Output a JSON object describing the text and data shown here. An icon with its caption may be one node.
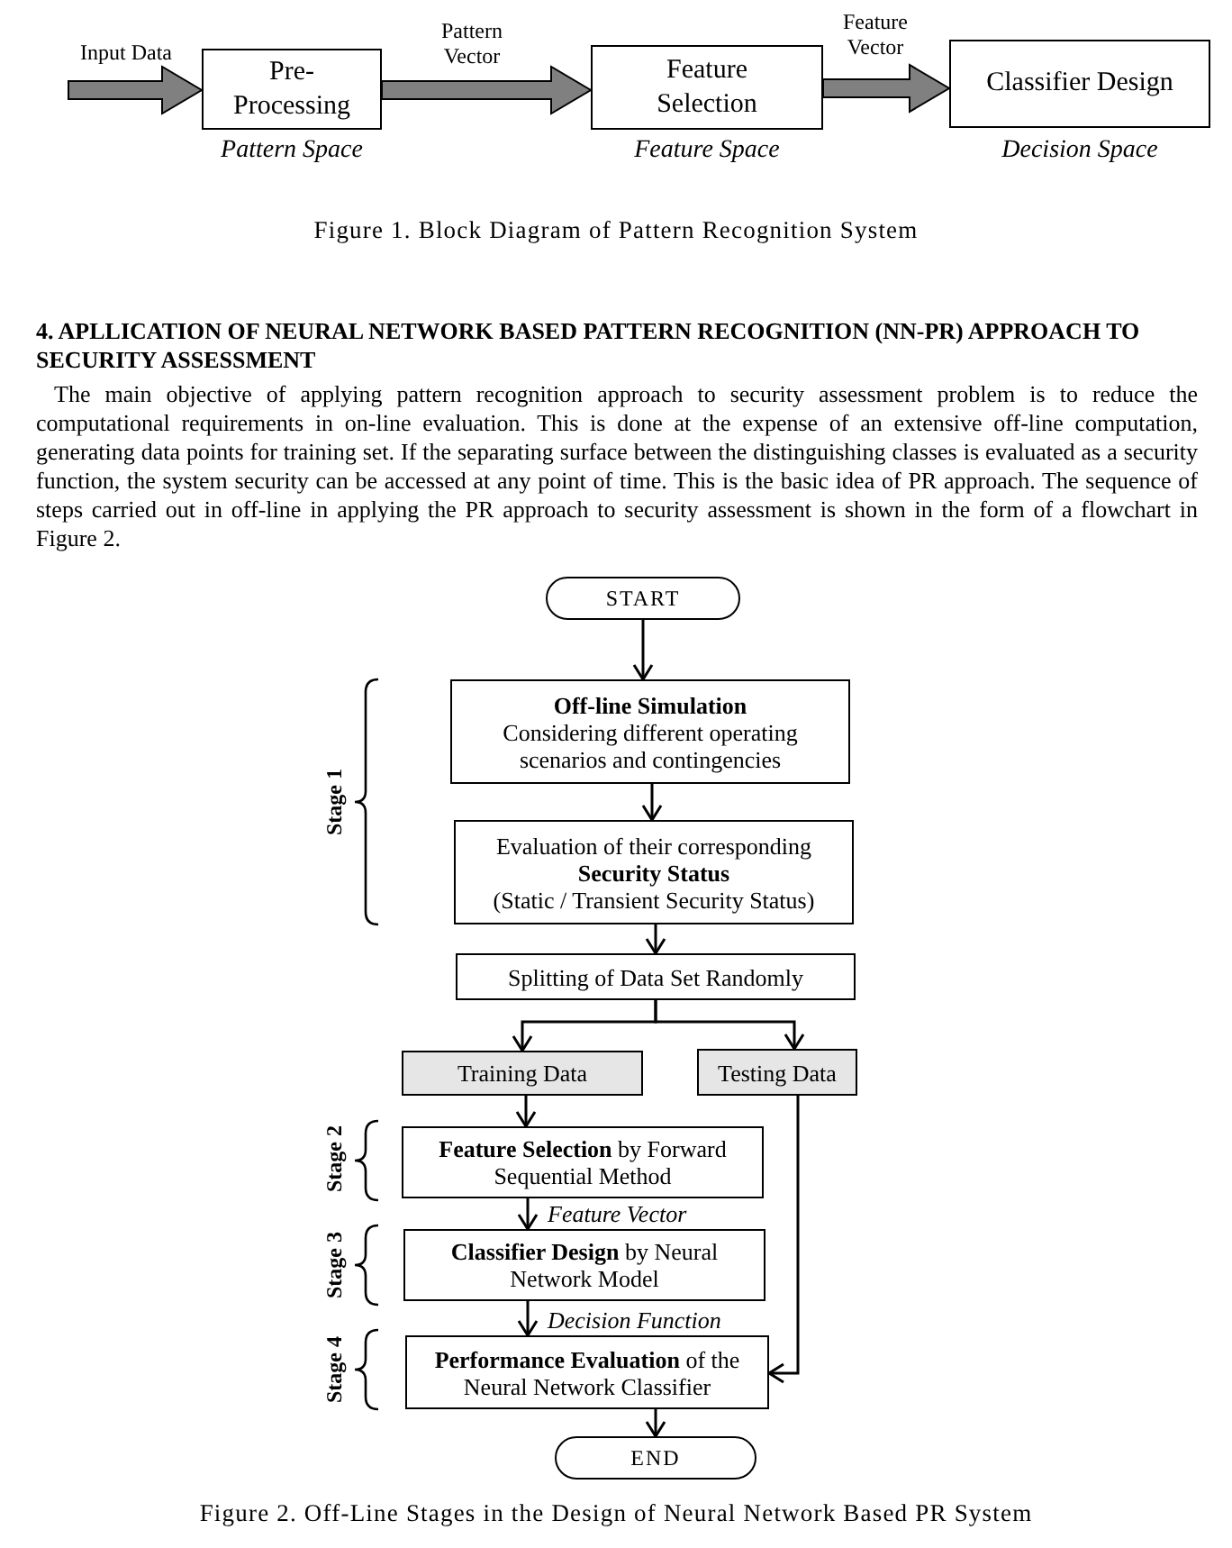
{
  "diagram": {
    "nodes": [
      {
        "text": [
          "Pre- Processing"
        ],
        "beside": [
          "Pattern Space"
        ]
      },
      {
        "text": [
          "Feature Selection"
        ],
        "beside": [
          "Feature Space"
        ]
      },
      {
        "text": [
          "Classifier Design"
        ],
        "beside": [
          "Decision Space"
        ]
      },
      {
        "text": [
          "START"
        ]
      },
      {
        "text": [
          "Off-line Simulation",
          "Considering different operating scenarios and contingencies"
        ]
      },
      {
        "text": [
          "Evaluation of their corresponding",
          "Security Status",
          "(Static / Transient Security Status)"
        ]
      },
      {
        "text": [
          "Splitting of Data Set Randomly"
        ]
      },
      {
        "text": [
          "Training Data"
        ]
      },
      {
        "text": [
          "Testing Data"
        ]
      },
      {
        "text": [
          "**Feature Selection** by Forward Sequential Method"
        ]
      },
      {
        "text": [
          "**Classifier Design** by Neural Network Model"
        ]
      },
      {
        "text": [
          "**Performance Evaluation** of the Neural Network Classifier"
        ]
      },
      {
        "text": [
          "END"
        ]
      }
    ],
    "edges": [
      {
        "from": null,
        "to": 0,
        "arrow": "to",
        "label": "Input Data",
        "style": "thick",
        "color": "#808080"
      },
      {
        "from": 0,
        "to": 1,
        "arrow": "to",
        "label": "Pattern Vector",
        "style": "thick",
        "color": "#808080"
      },
      {
        "from": 1,
        "to": 2,
        "arrow": "to",
        "label": "Feature Vector",
        "style": "thick",
        "color": "#808080"
      },
      {
        "from": 3,
        "to": 4,
        "arrow": "to"
      },
      {
        "from": 4,
        "to": 5,
        "arrow": "to"
      },
      {
        "from": 5,
        "to": 6,
        "arrow": "to"
      },
      {
        "from": 6,
        "to": 7,
        "arrow": "to"
      },
      {
        "from": 6,
        "to": 8,
        "arrow": "to"
      },
      {
        "from": 7,
        "to": 9,
        "arrow": "to"
      },
      {
        "from": 9,
        "to": 10,
        "arrow": "to",
        "label": "Feature Vector"
      },
      {
        "from": 10,
        "to": 11,
        "arrow": "to",
        "label": "Decision Function"
      },
      {
        "from": 8,
        "to": 11,
        "arrow": "to"
      },
      {
        "from": 11,
        "to": 12,
        "arrow": "to"
      }
    ],
    "labels": [
      "Figure 1. Block Diagram of Pattern Recognition System",
      "4. APLLICATION OF NEURAL NETWORK BASED PATTERN RECOGNITION (NN-PR) APPROACH TO SECURITY ASSESSMENT",
      "The main objective of applying pattern recognition approach to security assessment problem is to reduce the computational requirements in on-line evaluation. This is done at the expense of an extensive off-line computation, generating data points for training set. If the separating surface between the distinguishing classes is evaluated as a security function, the system security can be accessed at any point of time. This is the basic idea of PR approach. The sequence of steps carried out in off-line in applying the PR approach to security assessment is shown in the form of a flowchart in Figure 2.",
      "Stage 1",
      "Stage 2",
      "Stage 3",
      "Stage 4",
      "Figure 2. Off-Line Stages in the Design of Neural Network Based PR System"
    ]
  }
}
